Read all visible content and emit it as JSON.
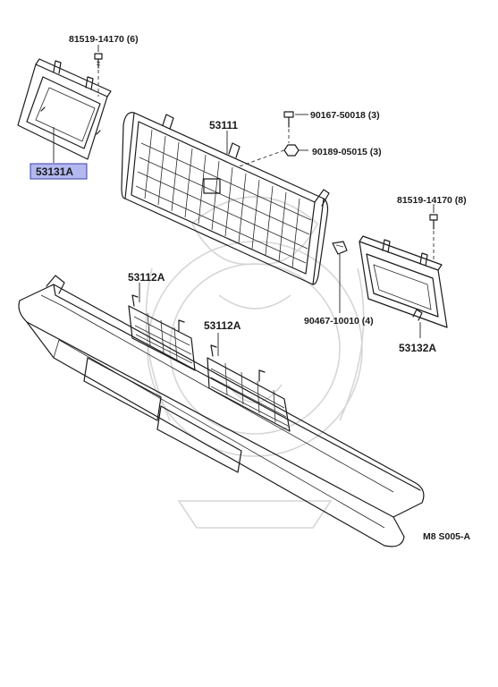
{
  "diagram_id": "M8 S005-A",
  "highlight_color": "#b4b8f0",
  "callouts": {
    "bolt_top_left": "81519-14170 (6)",
    "bolt_right": "81519-14170 (8)",
    "screw": "90167-50018 (3)",
    "nut": "90189-05015 (3)",
    "clip": "90467-10010 (4)"
  },
  "parts": {
    "bezel_left": "53131A",
    "grille": "53111",
    "bezel_right": "53132A",
    "bumper_grille_left": "53112A",
    "bumper_grille_right": "53112A"
  }
}
